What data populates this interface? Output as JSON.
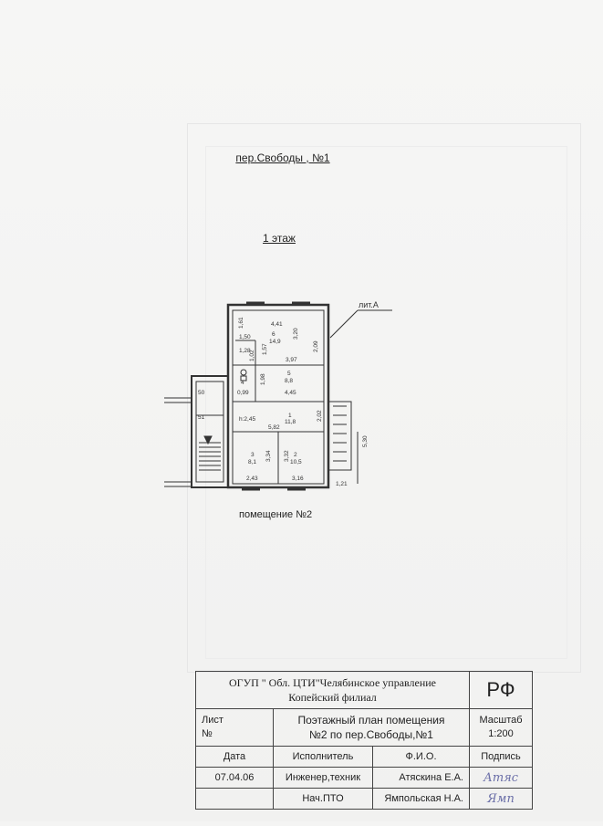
{
  "address": "пер.Свободы , №1",
  "floor": "1 этаж",
  "lit": "лит.А",
  "premise": "помещение №2",
  "plan": {
    "dims": [
      "4,41",
      "1,61",
      "1,50",
      "3,20",
      "2,09",
      "1,28",
      "1,57",
      "1,02",
      "3,97",
      "1,98",
      "0,99",
      "4,45",
      "h:2,45",
      "2,02",
      "5,82",
      "3,34",
      "3,32",
      "5,30",
      "2,43",
      "3,16",
      "1,21"
    ],
    "rooms": [
      {
        "num": "6",
        "area": "14,9"
      },
      {
        "num": "5",
        "area": "8,8"
      },
      {
        "num": "4",
        "area": ""
      },
      {
        "num": "1",
        "area": "11,8"
      },
      {
        "num": "3",
        "area": "8,1"
      },
      {
        "num": "2",
        "area": "10,5"
      }
    ],
    "stairs": [
      "50",
      "51"
    ]
  },
  "stamp": {
    "org_line1": "ОГУП \" Обл. ЦТИ\"Челябинское управление",
    "org_line2": "Копейский филиал",
    "rf": "РФ",
    "sheet_label": "Лист",
    "sheet_no": "№",
    "doc_title_1": "Поэтажный план помещения",
    "doc_title_2": "№2 по пер.Свободы,№1",
    "scale_label": "Масштаб",
    "scale": "1:200",
    "col_date": "Дата",
    "col_exec": "Исполнитель",
    "col_fio": "Ф.И.О.",
    "col_sign": "Подпись",
    "date": "07.04.06",
    "exec1": "Инженер,техник",
    "fio1": "Атяскина Е.А.",
    "exec2": "Нач.ПТО",
    "fio2": "Ямпольская Н.А."
  }
}
